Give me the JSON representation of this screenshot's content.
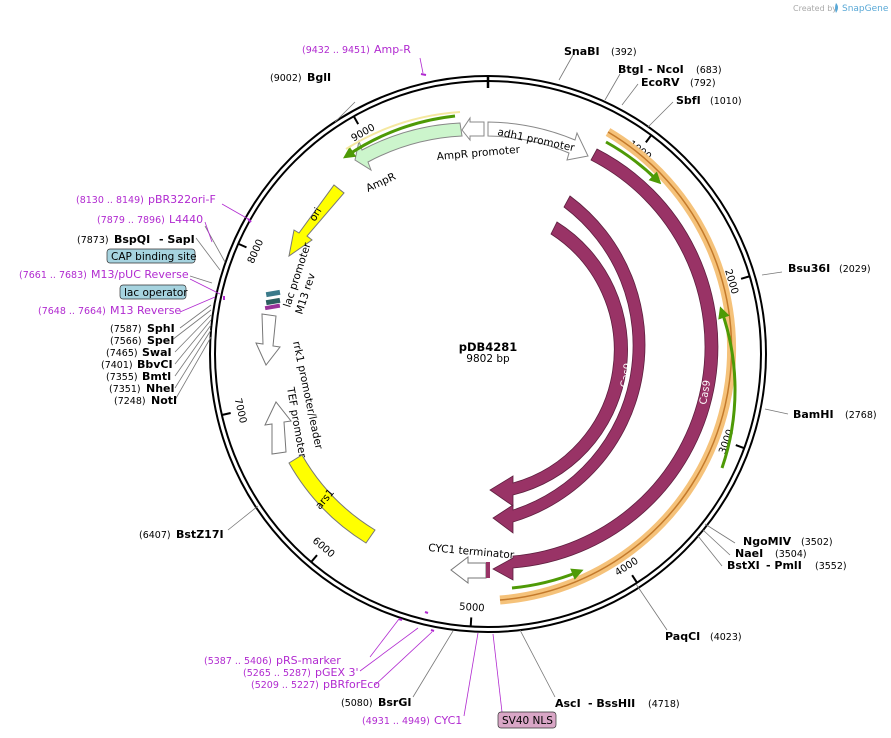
{
  "branding": {
    "created_by": "Created by",
    "product": "SnapGene"
  },
  "plasmid": {
    "name": "pDB4281",
    "size": "9802 bp",
    "length": 9802
  },
  "scale_ticks": [
    "1000",
    "2000",
    "3000",
    "4000",
    "5000",
    "6000",
    "7000",
    "8000",
    "9000"
  ],
  "enzymes_right": [
    {
      "id": "snabi",
      "name": "SnaBI",
      "pos": "(392)"
    },
    {
      "id": "btgi",
      "name": "BtgI",
      "sep": "- NcoI",
      "pos": "(683)"
    },
    {
      "id": "ecorv",
      "name": "EcoRV",
      "pos": "(792)"
    },
    {
      "id": "sbfi",
      "name": "SbfI",
      "pos": "(1010)"
    },
    {
      "id": "bsu36i",
      "name": "Bsu36I",
      "pos": "(2029)"
    },
    {
      "id": "bamhi",
      "name": "BamHI",
      "pos": "(2768)"
    },
    {
      "id": "ngomiv",
      "name": "NgoMIV",
      "pos": "(3502)"
    },
    {
      "id": "naei",
      "name": "NaeI",
      "pos": "(3504)"
    },
    {
      "id": "bstxi",
      "name": "BstXI",
      "sep": "- PmlI",
      "pos": "(3552)"
    },
    {
      "id": "paqci",
      "name": "PaqCI",
      "pos": "(4023)"
    },
    {
      "id": "asci",
      "name": "AscI",
      "sep": "- BssHII",
      "pos": "(4718)"
    }
  ],
  "enzymes_left": [
    {
      "id": "bgli",
      "name": "BglI",
      "pos": "(9002)"
    },
    {
      "id": "bspqi",
      "name": "BspQI",
      "sep": "- SapI",
      "pos": "(7873)"
    },
    {
      "id": "sphi",
      "name": "SphI",
      "pos": "(7587)"
    },
    {
      "id": "spei",
      "name": "SpeI",
      "pos": "(7566)"
    },
    {
      "id": "swai",
      "name": "SwaI",
      "pos": "(7465)"
    },
    {
      "id": "bbvci",
      "name": "BbvCI",
      "pos": "(7401)"
    },
    {
      "id": "bmti",
      "name": "BmtI",
      "pos": "(7355)"
    },
    {
      "id": "nhei",
      "name": "NheI",
      "pos": "(7351)"
    },
    {
      "id": "noti",
      "name": "NotI",
      "pos": "(7248)"
    },
    {
      "id": "bstz17i",
      "name": "BstZ17I",
      "pos": "(6407)"
    },
    {
      "id": "bsrgi",
      "name": "BsrGI",
      "pos": "(5080)"
    }
  ],
  "primers": [
    {
      "id": "amp-r",
      "name": "Amp-R",
      "pos": "(9432 .. 9451)"
    },
    {
      "id": "pbr322ori-f",
      "name": "pBR322ori-F",
      "pos": "(8130 .. 8149)"
    },
    {
      "id": "l4440",
      "name": "L4440",
      "pos": "(7879 .. 7896)"
    },
    {
      "id": "m13-puc-reverse",
      "name": "M13/pUC Reverse",
      "pos": "(7661 .. 7683)"
    },
    {
      "id": "m13-reverse",
      "name": "M13 Reverse",
      "pos": "(7648 .. 7664)"
    },
    {
      "id": "prs-marker",
      "name": "pRS-marker",
      "pos": "(5387 .. 5406)"
    },
    {
      "id": "pgex-3",
      "name": "pGEX 3'",
      "pos": "(5265 .. 5287)"
    },
    {
      "id": "pbrforeco",
      "name": "pBRforEco",
      "pos": "(5209 .. 5227)"
    },
    {
      "id": "cyc1-primer",
      "name": "CYC1",
      "pos": "(4931 .. 4949)"
    }
  ],
  "boxed_features": [
    {
      "id": "cap-binding-site",
      "name": "CAP binding site",
      "color": "#a6d3df"
    },
    {
      "id": "lac-operator",
      "name": "lac operator",
      "color": "#a6d3df"
    },
    {
      "id": "sv40-nls",
      "name": "SV40 NLS",
      "color": "#d9a6c6"
    }
  ],
  "features": {
    "adh1_promoter": "adh1 promoter",
    "ampr_promoter": "AmpR promoter",
    "ampr": "AmpR",
    "ori": "ori",
    "lac_promoter": "lac promoter",
    "m13_rev": "M13 rev",
    "rrk1": "rrk1 promoter/leader",
    "tef": "TEF promoter",
    "ars1": "ars1",
    "cyc1_terminator": "CYC1 terminator",
    "cas9_a": "Cas9",
    "cas9_b": "Cas9",
    "cas9_c": "Cas9"
  },
  "colors": {
    "cas9": "#993366",
    "ampr": "#ccf5cc",
    "ori": "#ffff00",
    "ars1": "#ffff00",
    "primer": "#b12ad0",
    "backbone": "#000000",
    "orange_highlight": "#f5c27a",
    "green_primer_arrow": "#4e9a06"
  }
}
